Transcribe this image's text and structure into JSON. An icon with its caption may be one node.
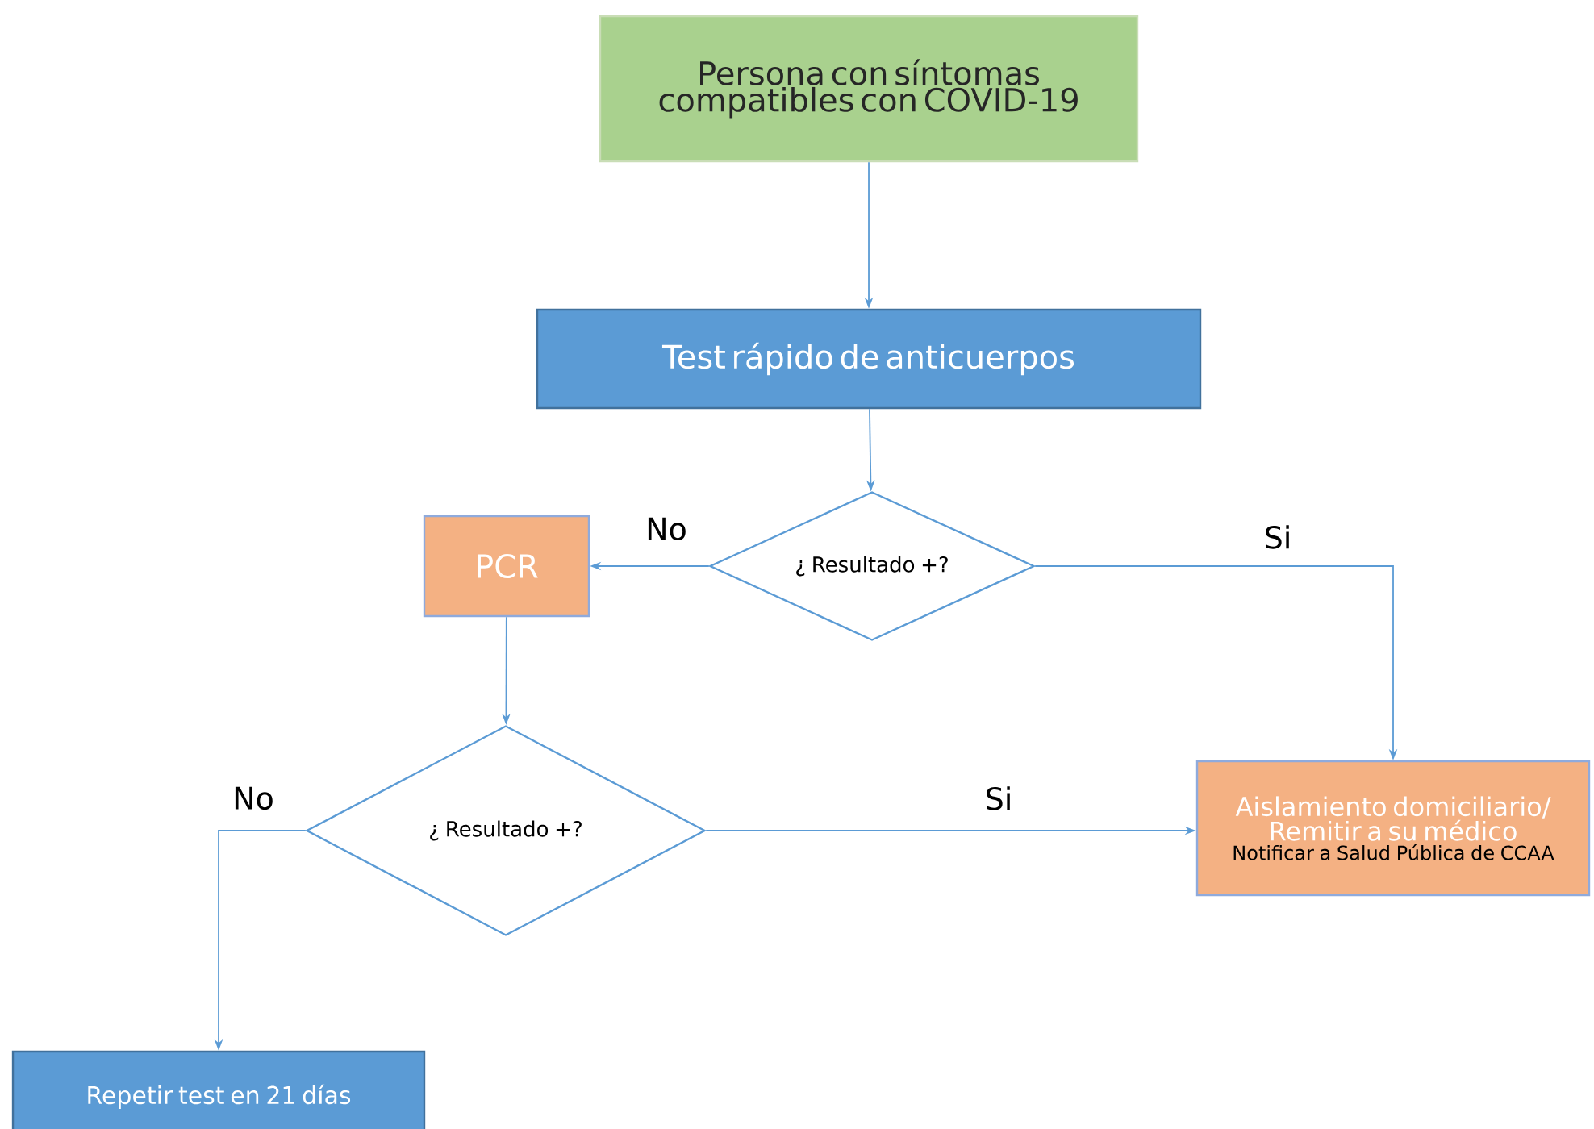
{
  "diagram": {
    "nodes": [
      {
        "text": [
          "Persona con síntomas compatibles con COVID-19"
        ]
      },
      {
        "text": [
          "Test rápido de anticuerpos"
        ]
      },
      {
        "text": [
          "¿ Resultado +?"
        ]
      },
      {
        "text": [
          "PCR"
        ]
      },
      {
        "text": [
          "Aislamiento domiciliario/ Remitir a su médico",
          "Notificar a Salud Pública de CCAA"
        ]
      },
      {
        "text": [
          "¿ Resultado +?"
        ]
      },
      {
        "text": [
          "Repetir test en 21 días"
        ]
      }
    ],
    "edges": [
      {
        "from": 0,
        "to": 1,
        "arrow": "to"
      },
      {
        "from": 1,
        "to": 2,
        "arrow": "to"
      },
      {
        "from": 2,
        "to": 3,
        "arrow": "to",
        "label": "No"
      },
      {
        "from": 2,
        "to": 4,
        "arrow": "to",
        "label": "Si"
      },
      {
        "from": 3,
        "to": 5,
        "arrow": "to"
      },
      {
        "from": 5,
        "to": 4,
        "arrow": "to",
        "label": "Si"
      },
      {
        "from": 5,
        "to": 6,
        "arrow": "to",
        "label": "No"
      }
    ]
  }
}
